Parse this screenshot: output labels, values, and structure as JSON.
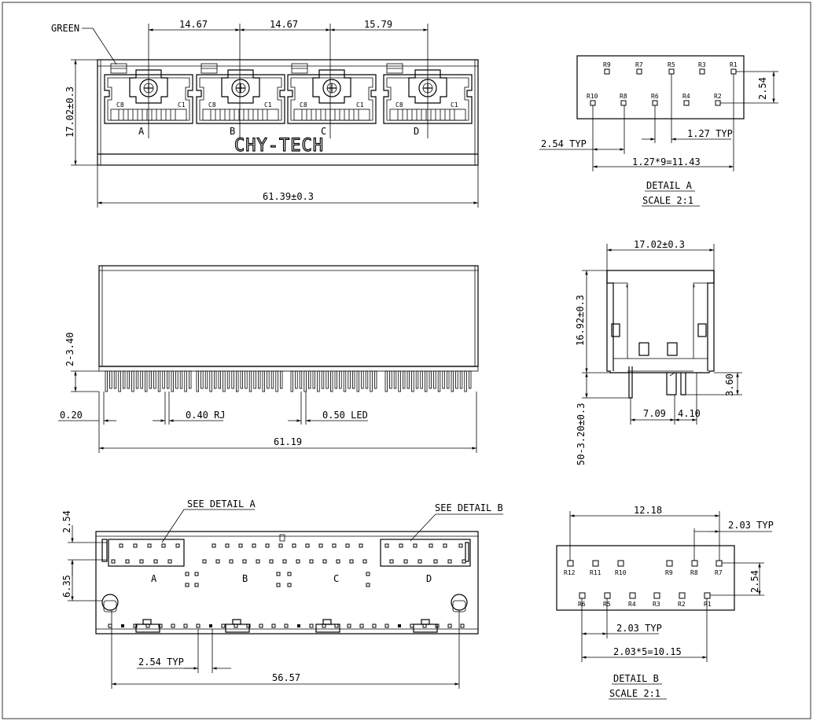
{
  "front": {
    "green_label": "GREEN",
    "dim_pitch": [
      "14.67",
      "14.67",
      "15.79"
    ],
    "dim_height": "17.02±0.3",
    "dim_width": "61.39±0.3",
    "port_labels": [
      "A",
      "B",
      "C",
      "D"
    ],
    "pin_c8": "C8",
    "pin_c1": "C1",
    "brand": "CHY-TECH"
  },
  "side": {
    "dim_pin_height": "2-3.40",
    "dim_edge": "0.20",
    "dim_rj_pin": "0.40 RJ",
    "dim_led_pin": "0.50 LED",
    "dim_width": "61.19"
  },
  "bottom": {
    "see_detail_a": "SEE DETAIL A",
    "see_detail_b": "SEE DETAIL B",
    "dim_top": "2.54",
    "dim_row": "6.35",
    "port_labels": [
      "A",
      "B",
      "C",
      "D"
    ],
    "dim_pitch_typ": "2.54 TYP",
    "dim_span": "56.57"
  },
  "detail_a": {
    "top_pins": [
      "R9",
      "R7",
      "R5",
      "R3",
      "R1"
    ],
    "bottom_pins": [
      "R10",
      "R8",
      "R6",
      "R4",
      "R2"
    ],
    "dim_row": "2.54",
    "dim_half": "1.27 TYP",
    "dim_pitch": "2.54 TYP",
    "dim_total": "1.27*9=11.43",
    "title": "DETAIL A",
    "scale": "SCALE 2:1"
  },
  "end_view": {
    "dim_width": "17.02±0.3",
    "dim_height": "16.92±0.3",
    "dim_pin": "50-3.20±0.3",
    "dim_left": "7.09",
    "dim_right": "4.10",
    "dim_offset": "3.60"
  },
  "detail_b": {
    "top_pins": [
      "R12",
      "R11",
      "R10",
      "R9",
      "R8",
      "R7"
    ],
    "bottom_pins": [
      "R6",
      "R5",
      "R4",
      "R3",
      "R2",
      "R1"
    ],
    "dim_span": "12.18",
    "dim_typ_top": "2.03 TYP",
    "dim_row": "2.54",
    "dim_typ_bottom": "2.03 TYP",
    "dim_total": "2.03*5=10.15",
    "title": "DETAIL B",
    "scale": "SCALE 2:1"
  }
}
